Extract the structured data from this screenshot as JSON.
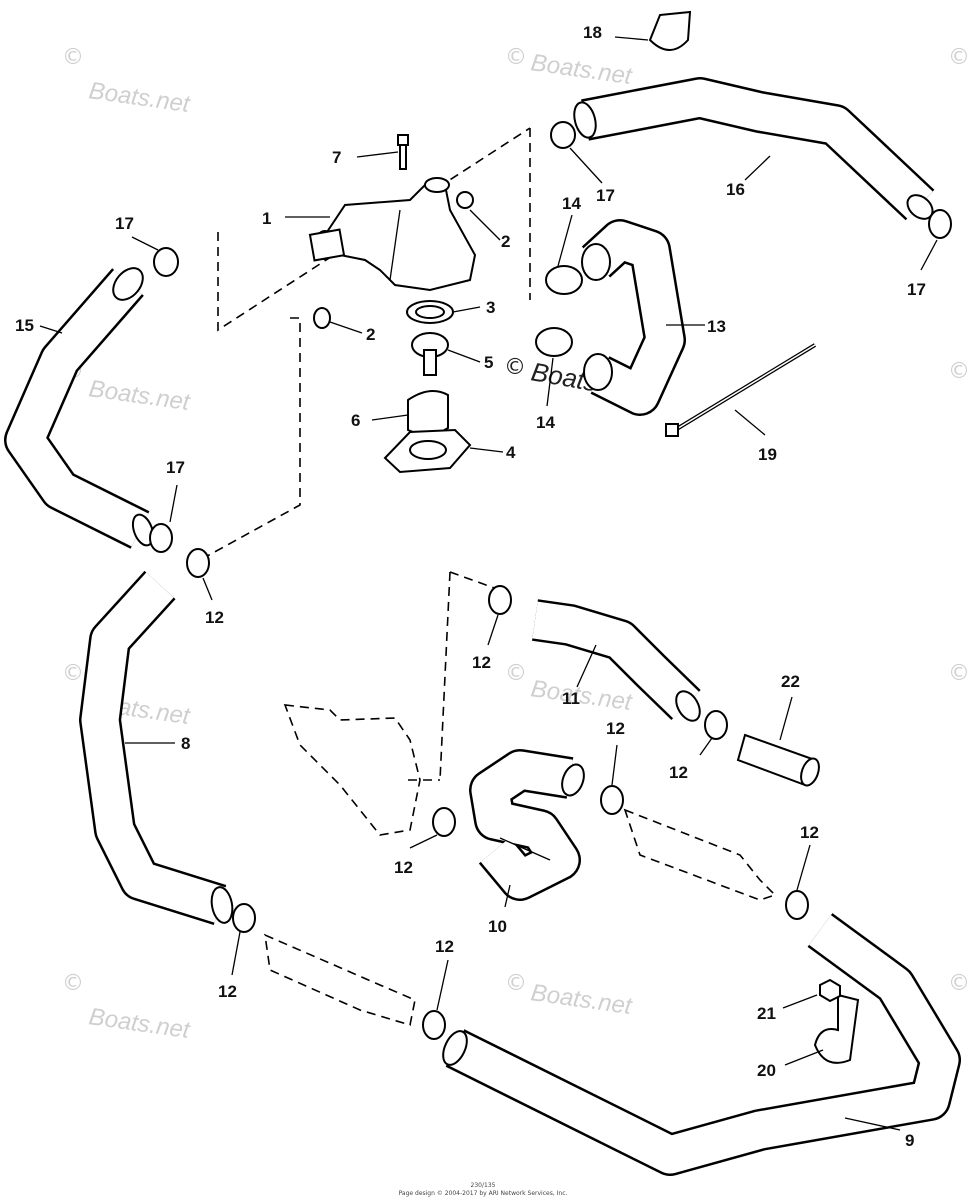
{
  "watermark": {
    "text": "Boats.net",
    "symbol": "©"
  },
  "callouts": [
    "1",
    "2",
    "2",
    "3",
    "4",
    "5",
    "6",
    "7",
    "8",
    "9",
    "10",
    "11",
    "12",
    "12",
    "12",
    "12",
    "12",
    "12",
    "12",
    "12",
    "13",
    "14",
    "14",
    "15",
    "16",
    "17",
    "17",
    "17",
    "17",
    "18",
    "19",
    "20",
    "21",
    "22"
  ],
  "footer": {
    "line1": "230/135",
    "line2": "Page design © 2004-2017 by ARI Network Services, Inc."
  }
}
